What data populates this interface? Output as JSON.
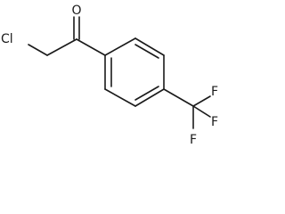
{
  "structure": {
    "atoms": {
      "oxygen": "O",
      "chlorine": "Cl",
      "fluorine_upper": "F",
      "fluorine_right": "F",
      "fluorine_lower": "F"
    }
  }
}
